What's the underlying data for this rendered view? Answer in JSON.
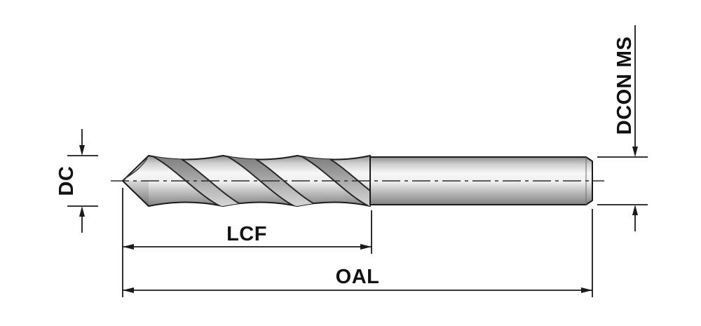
{
  "diagram": {
    "type": "technical-drawing",
    "subject": "twist-drill-side-view-with-dimensions",
    "labels": {
      "dc": "DC",
      "dcon_ms": "DCON MS",
      "lcf": "LCF",
      "oal": "OAL"
    },
    "colors": {
      "background": "#ffffff",
      "line": "#1a1a1a",
      "text": "#111111",
      "metal_highlight": "#f7f7f7",
      "metal_shadow": "#828282"
    }
  }
}
